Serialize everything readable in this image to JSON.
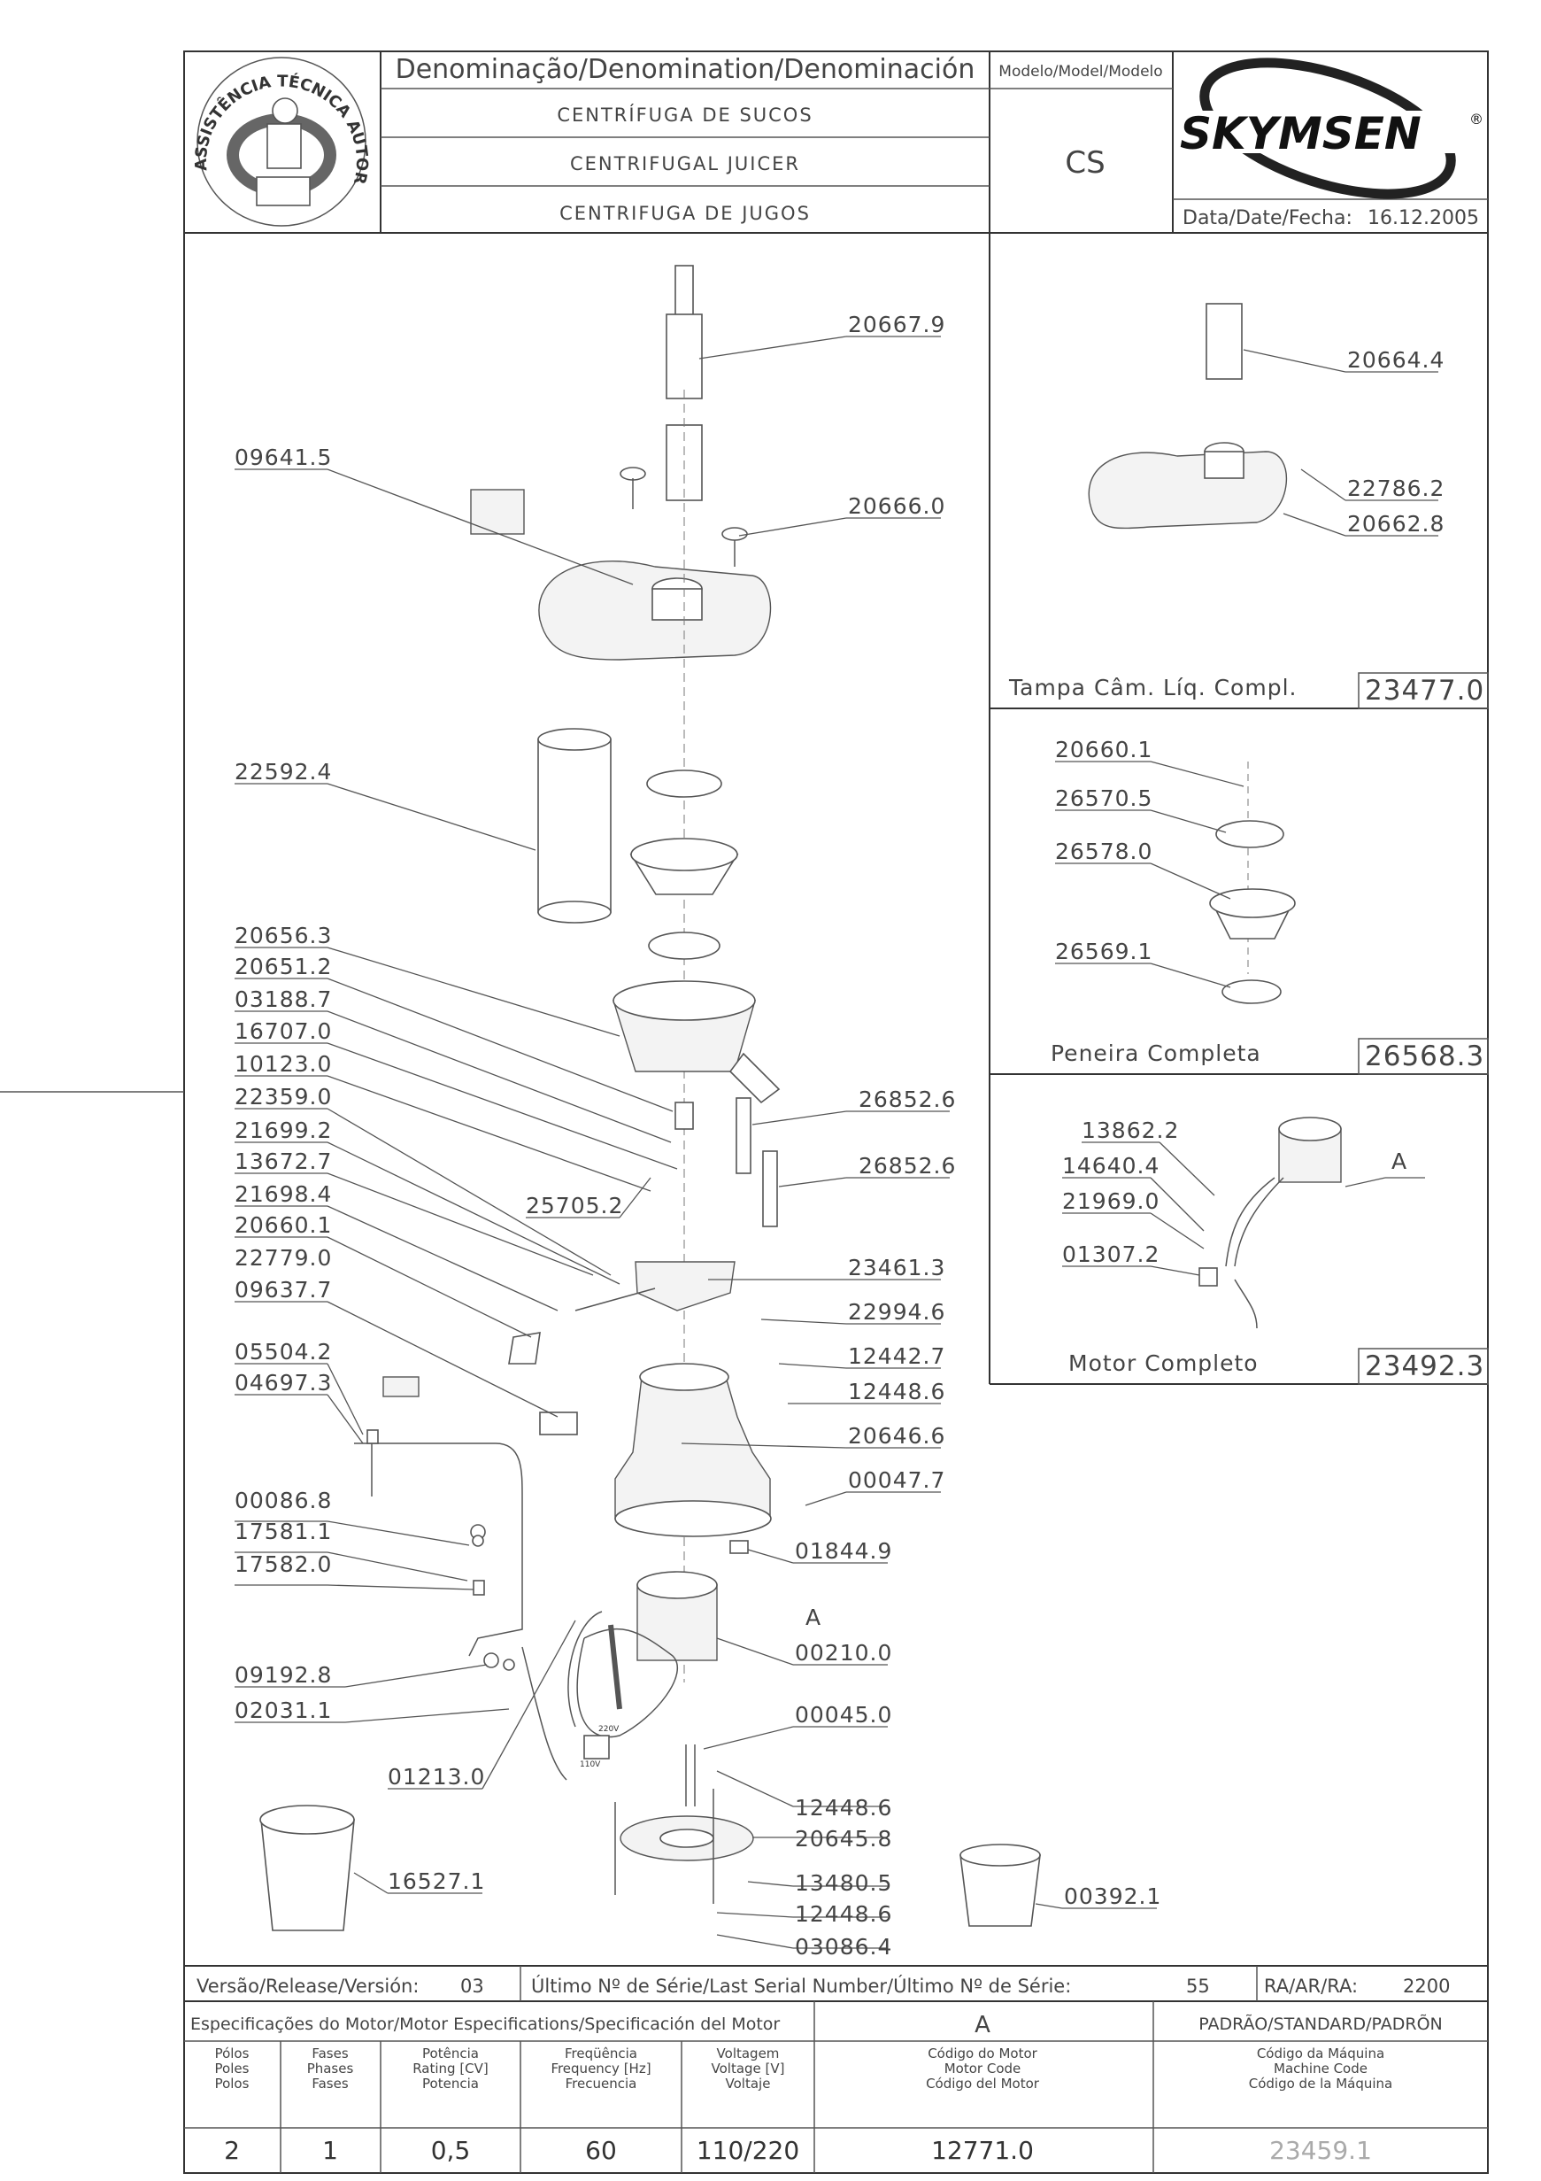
{
  "header": {
    "denomination_label": "Denominação/Denomination/Denominación",
    "model_label": "Modelo/Model/Modelo",
    "names": [
      "CENTRÍFUGA DE SUCOS",
      "CENTRIFUGAL JUICER",
      "CENTRIFUGA DE JUGOS"
    ],
    "model": "CS",
    "brand": "SKYMSEN",
    "brand_mark": "®",
    "date_label": "Data/Date/Fecha:",
    "date": "16.12.2005",
    "seal_text": "ASSISTÊNCIA TÉCNICA AUTORIZADA"
  },
  "main_labels": [
    {
      "id": "20667.9"
    },
    {
      "id": "09641.5"
    },
    {
      "id": "20666.0"
    },
    {
      "id": "22592.4"
    },
    {
      "id": "20656.3"
    },
    {
      "id": "20651.2"
    },
    {
      "id": "03188.7"
    },
    {
      "id": "16707.0"
    },
    {
      "id": "10123.0"
    },
    {
      "id": "22359.0"
    },
    {
      "id": "21699.2"
    },
    {
      "id": "13672.7"
    },
    {
      "id": "21698.4"
    },
    {
      "id": "20660.1"
    },
    {
      "id": "22779.0"
    },
    {
      "id": "09637.7"
    },
    {
      "id": "05504.2"
    },
    {
      "id": "04697.3"
    },
    {
      "id": "26852.6"
    },
    {
      "id": "26852.6"
    },
    {
      "id": "25705.2"
    },
    {
      "id": "23461.3"
    },
    {
      "id": "22994.6"
    },
    {
      "id": "12442.7"
    },
    {
      "id": "12448.6"
    },
    {
      "id": "20646.6"
    },
    {
      "id": "00047.7"
    },
    {
      "id": "01844.9"
    },
    {
      "id": "00086.8"
    },
    {
      "id": "17581.1"
    },
    {
      "id": "17582.0"
    },
    {
      "id": "A"
    },
    {
      "id": "00210.0"
    },
    {
      "id": "09192.8"
    },
    {
      "id": "02031.1"
    },
    {
      "id": "00045.0"
    },
    {
      "id": "01213.0"
    },
    {
      "id": "12448.6"
    },
    {
      "id": "20645.8"
    },
    {
      "id": "16527.1"
    },
    {
      "id": "13480.5"
    },
    {
      "id": "12448.6"
    },
    {
      "id": "03086.4"
    },
    {
      "id": "00392.1"
    }
  ],
  "voltage_marks": {
    "v220": "220V",
    "v110": "110V"
  },
  "panels": {
    "lid": {
      "title": "Tampa Câm. Líq. Compl.",
      "code": "23477.0",
      "labels": [
        "20664.4",
        "22786.2",
        "20662.8"
      ]
    },
    "sieve": {
      "title": "Peneira Completa",
      "code": "26568.3",
      "labels": [
        "20660.1",
        "26570.5",
        "26578.0",
        "26569.1"
      ]
    },
    "motor": {
      "title": "Motor Completo",
      "code": "23492.3",
      "labels": [
        "13862.2",
        "14640.4",
        "21969.0",
        "01307.2",
        "A"
      ]
    }
  },
  "footer": {
    "version_label": "Versão/Release/Versión:",
    "version": "03",
    "serial_label": "Último Nº de Série/Last Serial Number/Último Nº de Série:",
    "serial": "55",
    "ra_label": "RA/AR/RA:",
    "ra": "2200",
    "motor_spec_label": "Especificações do Motor/Motor Especifications/Specificación del Motor",
    "motor_ref": "A",
    "standard_label": "PADRÃO/STANDARD/PADRÕN",
    "columns": [
      {
        "header": [
          "Pólos",
          "Poles",
          "Polos"
        ],
        "value": "2"
      },
      {
        "header": [
          "Fases",
          "Phases",
          "Fases"
        ],
        "value": "1"
      },
      {
        "header": [
          "Potência",
          "Rating [CV]",
          "Potencia"
        ],
        "value": "0,5"
      },
      {
        "header": [
          "Freqüência",
          "Frequency [Hz]",
          "Frecuencia"
        ],
        "value": "60"
      },
      {
        "header": [
          "Voltagem",
          "Voltage [V]",
          "Voltaje"
        ],
        "value": "110/220"
      },
      {
        "header": [
          "Código do Motor",
          "Motor Code",
          "Código del Motor"
        ],
        "value": "12771.0"
      },
      {
        "header": [
          "Código da Máquina",
          "Machine Code",
          "Código de la Máquina"
        ],
        "value": "23459.1"
      }
    ]
  },
  "colors": {
    "line": "#555555",
    "text": "#444444",
    "faint": "#aaaaaa"
  }
}
